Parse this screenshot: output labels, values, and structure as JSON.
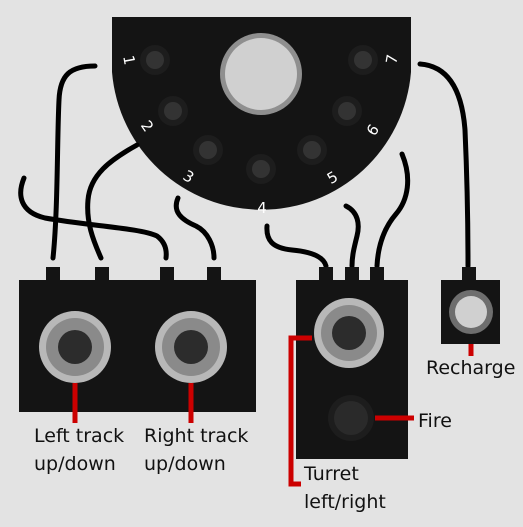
{
  "colors": {
    "background": "#e3e3e3",
    "body": "#141414",
    "socket_dark": "#2a2a2a",
    "lens_light": "#d0d0d0",
    "jack_ring": "#8a8a8a",
    "jack_center": "#2c2c2c",
    "wire": "#000000",
    "pointer": "#cc0000"
  },
  "controller": {
    "socket_numbers": [
      "1",
      "2",
      "3",
      "4",
      "5",
      "6",
      "7"
    ]
  },
  "labels": {
    "left_track": [
      "Left track",
      "up/down"
    ],
    "right_track": [
      "Right track",
      "up/down"
    ],
    "turret": [
      "Turret",
      "left/right"
    ],
    "fire": "Fire",
    "recharge": "Recharge"
  }
}
